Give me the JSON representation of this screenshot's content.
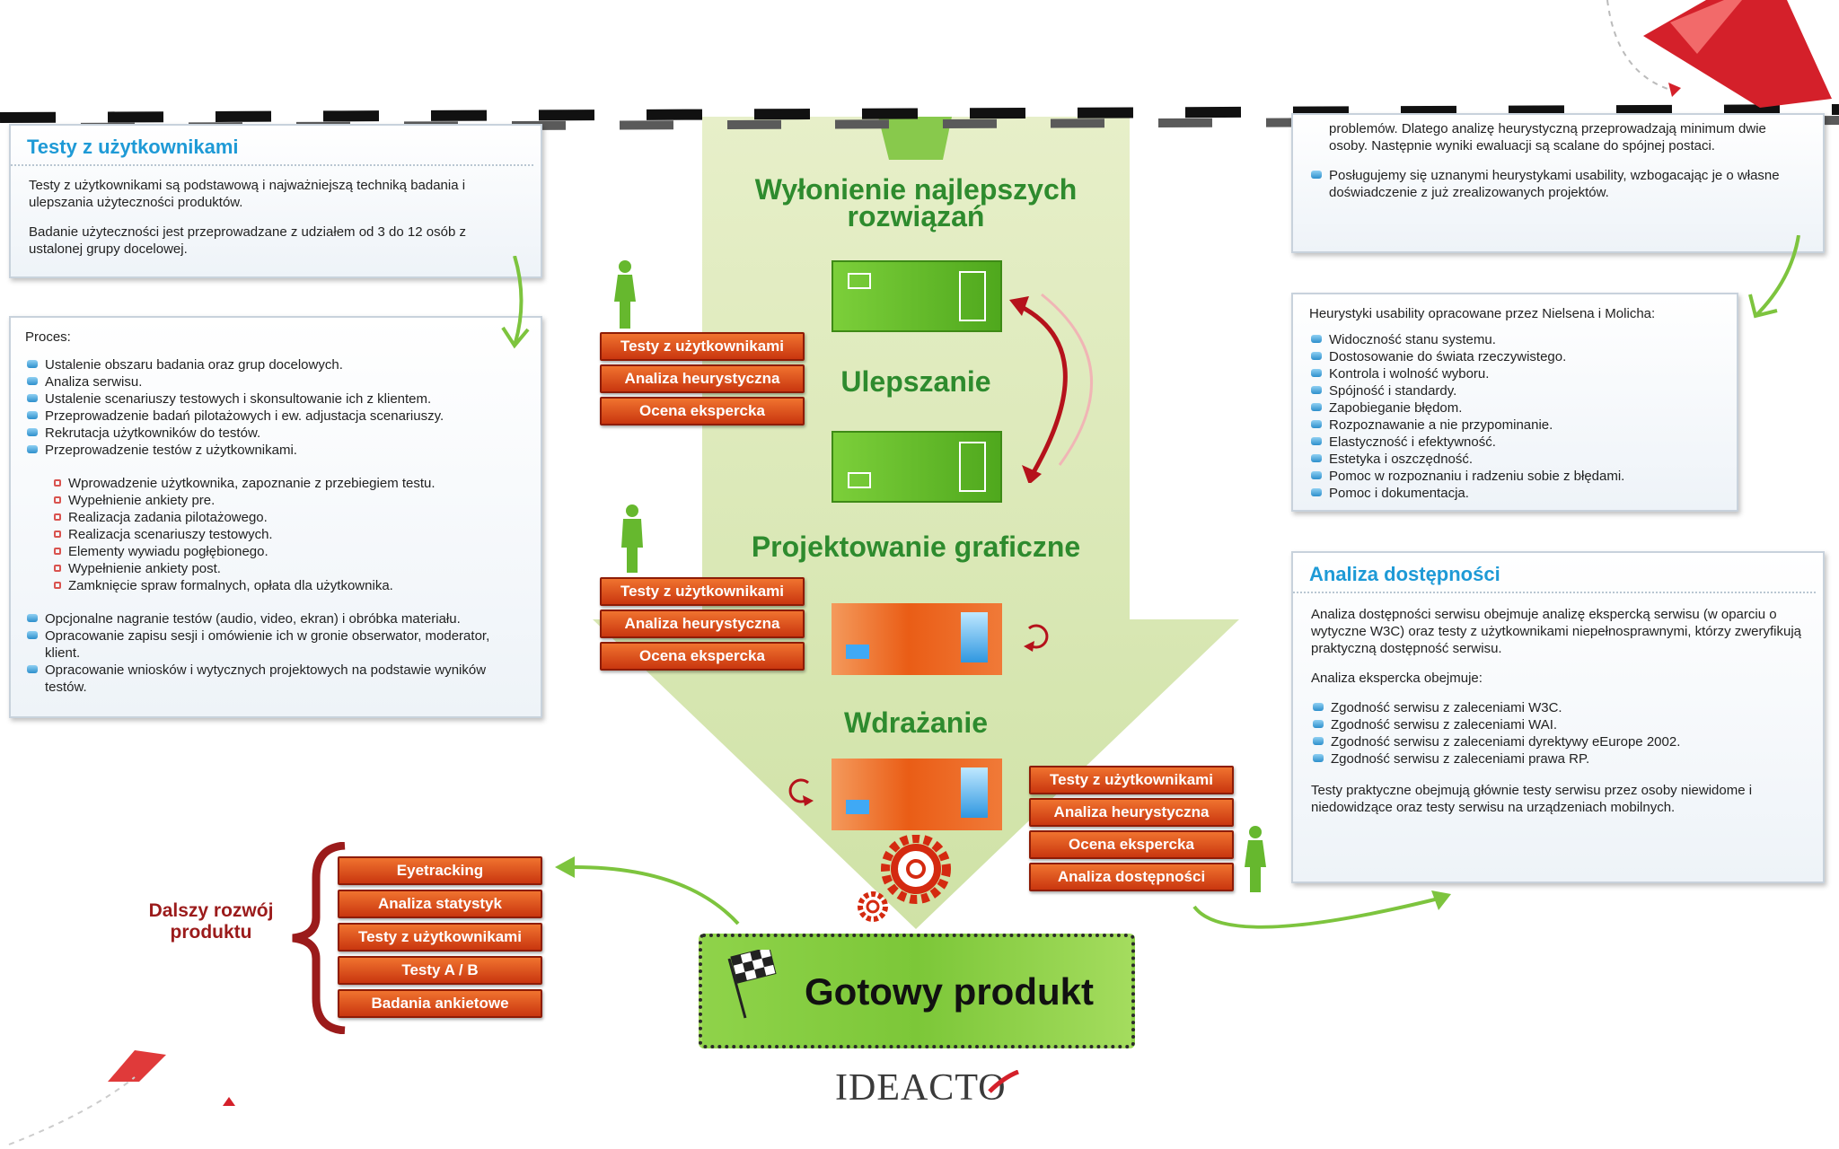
{
  "left_top_panel": {
    "title": "Testy z użytkownikami",
    "para1": "Testy z użytkownikami są podstawową i najważniejszą techniką badania i ulepszania użyteczności produktów.",
    "para2": "Badanie użyteczności jest przeprowadzane z udziałem od 3 do 12 osób z ustalonej grupy docelowej."
  },
  "left_process_panel": {
    "heading": "Proces:",
    "steps_a": [
      "Ustalenie obszaru badania oraz grup docelowych.",
      "Analiza serwisu.",
      "Ustalenie scenariuszy testowych i skonsultowanie ich z klientem.",
      "Przeprowadzenie badań pilotażowych i ew. adjustacja scenariuszy.",
      "Rekrutacja użytkowników do testów.",
      "Przeprowadzenie testów z użytkownikami."
    ],
    "substeps": [
      "Wprowadzenie użytkownika, zapoznanie z przebiegiem testu.",
      "Wypełnienie ankiety pre.",
      "Realizacja zadania pilotażowego.",
      "Realizacja scenariuszy testowych.",
      "Elementy wywiadu pogłębionego.",
      "Wypełnienie ankiety post.",
      "Zamknięcie spraw formalnych, opłata dla użytkownika."
    ],
    "steps_b": [
      "Opcjonalne nagranie testów (audio, video, ekran) i obróbka materiału.",
      "Opracowanie zapisu sesji i omówienie ich w gronie obserwator, moderator, klient.",
      "Opracowanie wniosków i wytycznych projektowych na podstawie wyników  testów."
    ]
  },
  "right_top_panel": {
    "para1": "problemów. Dlatego analizę heurystyczną przeprowadzają minimum dwie osoby. Następnie wyniki ewaluacji są scalane do spójnej postaci.",
    "bullet": "Posługujemy się uznanymi heurystykami usability, wzbogacając je o własne doświadczenie z już zrealizowanych projektów."
  },
  "heuristics_panel": {
    "heading": "Heurystyki usability opracowane przez Nielsena i Molicha:",
    "items": [
      "Widoczność stanu systemu.",
      "Dostosowanie do świata rzeczywistego.",
      "Kontrola i wolność wyboru.",
      "Spójność i standardy.",
      "Zapobieganie błędom.",
      "Rozpoznawanie a nie przypominanie.",
      "Elastyczność i efektywność.",
      "Estetyka i oszczędność.",
      "Pomoc w rozpoznaniu i radzeniu sobie z błędami.",
      "Pomoc i dokumentacja."
    ]
  },
  "accessibility_panel": {
    "title": "Analiza dostępności",
    "para1": "Analiza dostępności serwisu obejmuje analizę ekspercką serwisu (w oparciu o wytyczne W3C) oraz testy z użytkownikami niepełnosprawnymi, którzy zweryfikują praktyczną dostępność serwisu.",
    "para2": "Analiza ekspercka obejmuje:",
    "items": [
      "Zgodność serwisu z zaleceniami W3C.",
      "Zgodność serwisu z zaleceniami WAI.",
      "Zgodność serwisu z zaleceniami dyrektywy eEurope 2002.",
      "Zgodność serwisu z zaleceniami prawa RP."
    ],
    "para3": "Testy praktyczne obejmują głównie testy serwisu przez osoby niewidome i niedowidzące oraz testy serwisu na urządzeniach mobilnych."
  },
  "stages": {
    "best": "Wyłonienie najlepszych rozwiązań",
    "improve": "Ulepszanie",
    "design": "Projektowanie graficzne",
    "deploy": "Wdrażanie"
  },
  "method_group_1": [
    "Testy z użytkownikami",
    "Analiza heurystyczna",
    "Ocena ekspercka"
  ],
  "method_group_2": [
    "Testy z użytkownikami",
    "Analiza heurystyczna",
    "Ocena ekspercka"
  ],
  "method_group_3": [
    "Testy z użytkownikami",
    "Analiza heurystyczna",
    "Ocena ekspercka",
    "Analiza dostępności"
  ],
  "further": {
    "label": "Dalszy rozwój produktu",
    "items": [
      "Eyetracking",
      "Analiza statystyk",
      "Testy z użytkownikami",
      "Testy A / B",
      "Badania ankietowe"
    ]
  },
  "final": {
    "label": "Gotowy produkt"
  },
  "brand": {
    "logo": "IDEACTO"
  },
  "colors": {
    "green_stage": "#2e8b2e",
    "blue_title": "#1e9ad6",
    "orange_button": "#e8541c",
    "dark_red": "#9b1b1b"
  }
}
